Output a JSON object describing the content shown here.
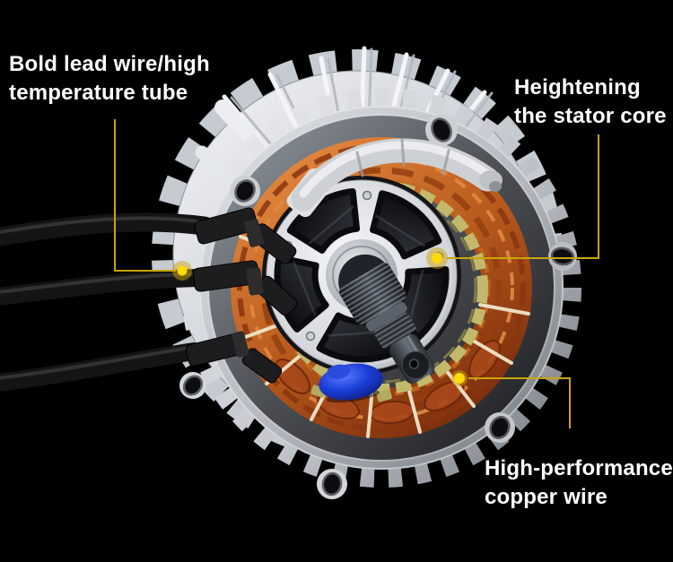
{
  "callouts": {
    "lead_wire": {
      "line1": "Bold lead wire/high",
      "line2": "temperature tube"
    },
    "stator_core": {
      "line1": "Heightening",
      "line2": "the stator core"
    },
    "copper_wire": {
      "line1": "High-performance",
      "line2": "copper wire"
    }
  },
  "colors": {
    "background": "#000000",
    "text": "#ffffff",
    "callout_line": "#c9a50a",
    "marker_core": "#ffd908",
    "marker_halo": "#c9a40a",
    "copper_winding": "#b85a1d",
    "stator_core_ring": "#c2b96d",
    "housing_silver": "#d7dade",
    "wire_clip_blue": "#1b3fd8"
  }
}
